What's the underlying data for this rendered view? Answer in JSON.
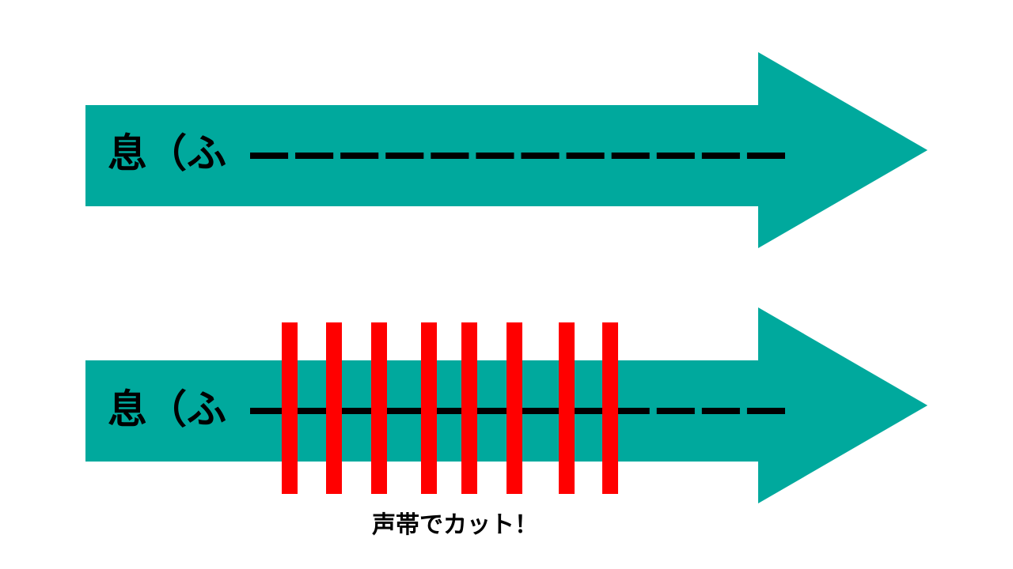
{
  "colors": {
    "arrow": "#00a99d",
    "cut_bar": "#ff0000",
    "dash": "#000000",
    "text": "#000000"
  },
  "top_arrow": {
    "label": "息（ふ",
    "dash_count": 12
  },
  "bottom_arrow": {
    "label": "息（ふ",
    "dash_count": 12,
    "cut_bar_count": 8
  },
  "caption": "声帯でカット！"
}
